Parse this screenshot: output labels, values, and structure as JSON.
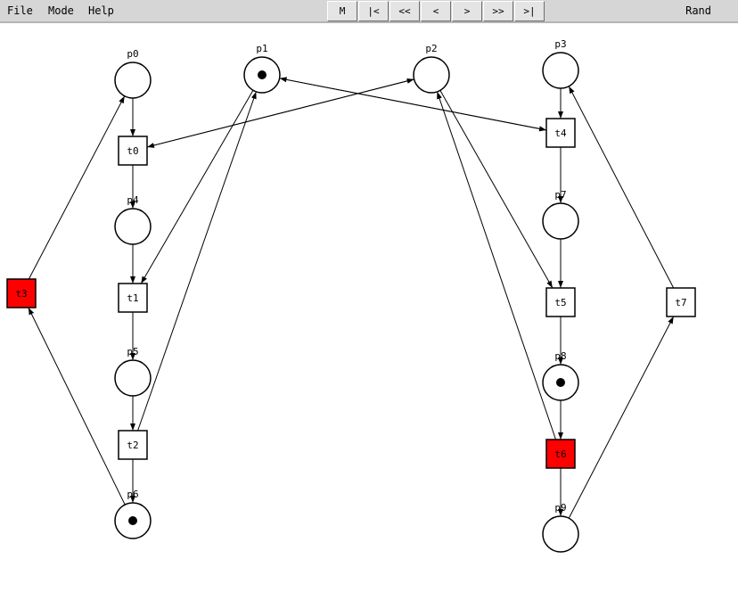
{
  "menu": {
    "file": "File",
    "mode": "Mode",
    "help": "Help",
    "rand": "Rand"
  },
  "toolbar": [
    {
      "id": "m",
      "label": "M"
    },
    {
      "id": "first",
      "label": "|<"
    },
    {
      "id": "fast-back",
      "label": "<<"
    },
    {
      "id": "back",
      "label": "<"
    },
    {
      "id": "forward",
      "label": ">"
    },
    {
      "id": "fast-forward",
      "label": ">>"
    },
    {
      "id": "last",
      "label": ">|"
    }
  ],
  "colors": {
    "enabled_transition": "#ff0000",
    "transition": "#ffffff",
    "place": "#ffffff",
    "stroke": "#000000"
  },
  "net": {
    "places": [
      {
        "id": "p0",
        "label": "p0",
        "tokens": 0
      },
      {
        "id": "p1",
        "label": "p1",
        "tokens": 1
      },
      {
        "id": "p2",
        "label": "p2",
        "tokens": 0
      },
      {
        "id": "p3",
        "label": "p3",
        "tokens": 0
      },
      {
        "id": "p4",
        "label": "p4",
        "tokens": 0
      },
      {
        "id": "p5",
        "label": "p5",
        "tokens": 0
      },
      {
        "id": "p6",
        "label": "p6",
        "tokens": 1
      },
      {
        "id": "p7",
        "label": "p7",
        "tokens": 0
      },
      {
        "id": "p8",
        "label": "p8",
        "tokens": 1
      },
      {
        "id": "p9",
        "label": "p9",
        "tokens": 0
      }
    ],
    "transitions": [
      {
        "id": "t0",
        "label": "t0",
        "enabled": false
      },
      {
        "id": "t1",
        "label": "t1",
        "enabled": false
      },
      {
        "id": "t2",
        "label": "t2",
        "enabled": false
      },
      {
        "id": "t3",
        "label": "t3",
        "enabled": true
      },
      {
        "id": "t4",
        "label": "t4",
        "enabled": false
      },
      {
        "id": "t5",
        "label": "t5",
        "enabled": false
      },
      {
        "id": "t6",
        "label": "t6",
        "enabled": true
      },
      {
        "id": "t7",
        "label": "t7",
        "enabled": false
      }
    ],
    "arcs": [
      [
        "p0",
        "t0"
      ],
      [
        "t0",
        "p4"
      ],
      [
        "p4",
        "t1"
      ],
      [
        "t1",
        "p5"
      ],
      [
        "p5",
        "t2"
      ],
      [
        "t2",
        "p6"
      ],
      [
        "p6",
        "t3"
      ],
      [
        "t3",
        "p0"
      ],
      [
        "p1",
        "t1"
      ],
      [
        "t2",
        "p1"
      ],
      [
        "p1",
        "t4"
      ],
      [
        "t0",
        "p2"
      ],
      [
        "t4",
        "p1"
      ],
      [
        "p2",
        "t0"
      ],
      [
        "p3",
        "t4"
      ],
      [
        "t4",
        "p7"
      ],
      [
        "p7",
        "t5"
      ],
      [
        "t5",
        "p8"
      ],
      [
        "p8",
        "t6"
      ],
      [
        "t6",
        "p9"
      ],
      [
        "p9",
        "t7"
      ],
      [
        "t7",
        "p3"
      ],
      [
        "p2",
        "t5"
      ],
      [
        "t6",
        "p2"
      ]
    ]
  }
}
